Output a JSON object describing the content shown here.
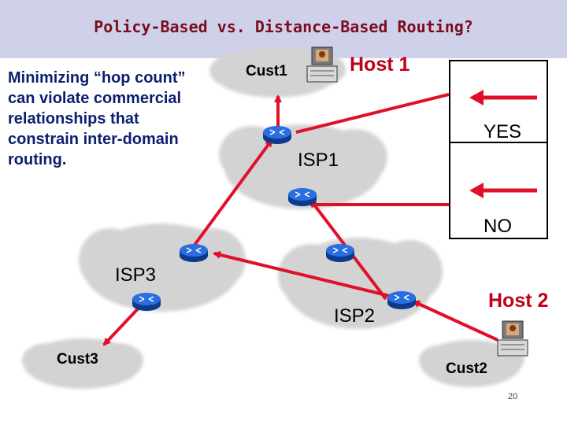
{
  "title": "Policy-Based vs. Distance-Based Routing?",
  "side_text": "Minimizing “hop count” can violate commercial relationships that constrain inter-domain routing.",
  "labels": {
    "cust1": "Cust1",
    "host1": "Host 1",
    "isp1": "ISP1",
    "isp3": "ISP3",
    "isp2": "ISP2",
    "host2": "Host 2",
    "cust3": "Cust3",
    "cust2": "Cust2"
  },
  "legend": {
    "yes": "YES",
    "no": "NO"
  },
  "page_number": "20",
  "colors": {
    "arrow": "#e0102a",
    "title_band": "#cfd0ea",
    "title_text": "#7a0c1c",
    "router": "#1a58c8",
    "cloud": "#d3d3d3"
  }
}
